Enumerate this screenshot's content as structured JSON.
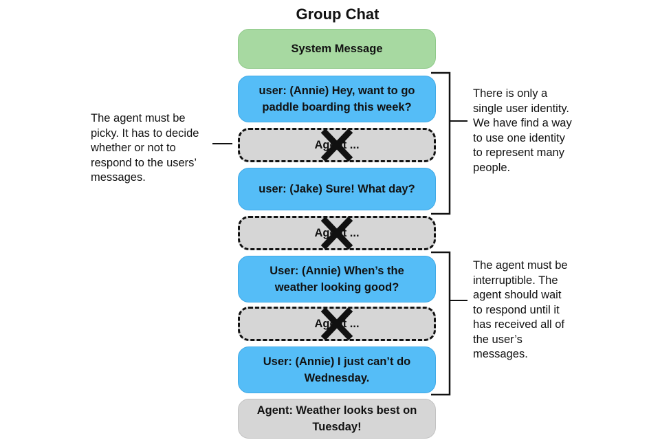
{
  "title": "Group Chat",
  "messages": {
    "system": "System Message",
    "user1": "user: (Annie) Hey, want to go paddle boarding this week?",
    "agent1": "Agent ...",
    "user2": "user: (Jake) Sure! What day?",
    "agent2": "Agent ...",
    "user3": "User: (Annie) When’s the weather looking good?",
    "agent3": "Agent ...",
    "user4": "User: (Annie) I just can’t do Wednesday.",
    "agent_final": "Agent: Weather looks best on Tuesday!"
  },
  "notes": {
    "picky": "The agent must be picky. It has to decide whether or not to respond to the users’ messages.",
    "identity": "There is only a single user identity. We have find a way to use one identity to represent many people.",
    "interruptible": "The agent must be interruptible. The agent should wait to respond until it has received all of the user’s messages."
  },
  "colors": {
    "system": "#a7d9a1",
    "user": "#55bdf7",
    "agent": "#d6d6d6",
    "ink": "#111111"
  }
}
